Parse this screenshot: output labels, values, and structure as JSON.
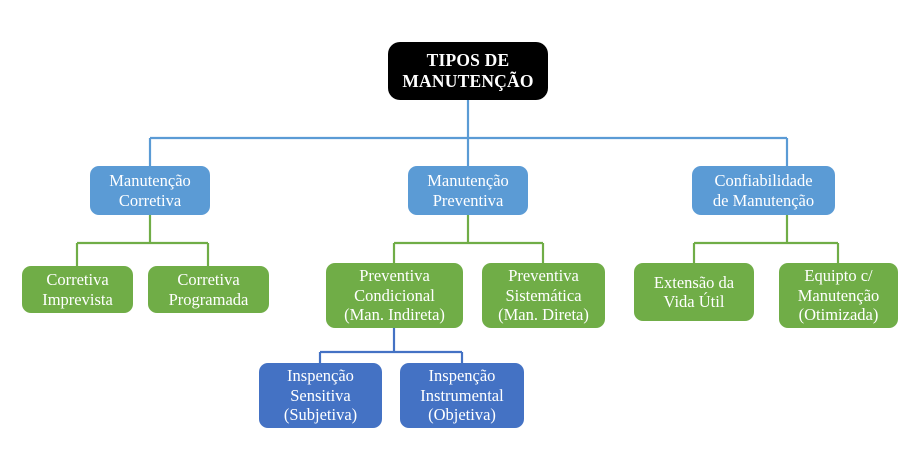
{
  "diagram": {
    "title": "TIPOS DE MANUTENÇÃO",
    "colors": {
      "root": "#000000",
      "level2": "#5B9BD5",
      "level3": "#70AD47",
      "level4": "#4472C4",
      "text": "#FFFFFF",
      "background": "#FFFFFF"
    },
    "nodes": {
      "root": "TIPOS DE\nMANUTENÇÃO",
      "corretiva": "Manutenção\nCorretiva",
      "preventiva": "Manutenção\nPreventiva",
      "confiabilidade": "Confiabilidade\nde Manutenção",
      "corretiva_imprevista": "Corretiva\nImprevista",
      "corretiva_programada": "Corretiva\nProgramada",
      "preventiva_condicional": "Preventiva\nCondicional\n(Man. Indireta)",
      "preventiva_sistematica": "Preventiva\nSistemática\n(Man. Direta)",
      "extensao_vida_util": "Extensão da\nVida Útil",
      "equipto_manutencao": "Equipto c/\nManutenção\n(Otimizada)",
      "inspecao_sensitiva": "Inspenção\nSensitiva\n(Subjetiva)",
      "inspecao_instrumental": "Inspenção\nInstrumental\n(Objetiva)"
    }
  }
}
